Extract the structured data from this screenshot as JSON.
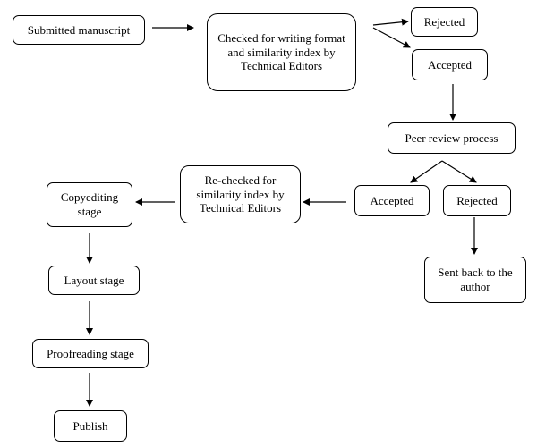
{
  "nodes": {
    "submitted": "Submitted manuscript",
    "checked": "Checked for writing format and similarity index by Technical Editors",
    "rejected_1": "Rejected",
    "accepted_1": "Accepted",
    "peer_review": "Peer review process",
    "accepted_2": "Accepted",
    "rejected_2": "Rejected",
    "sent_back": "Sent back to the author",
    "rechecked": "Re-checked for similarity index by Technical Editors",
    "copyediting": "Copyediting stage",
    "layout": "Layout stage",
    "proofreading": "Proofreading stage",
    "publish": "Publish"
  }
}
